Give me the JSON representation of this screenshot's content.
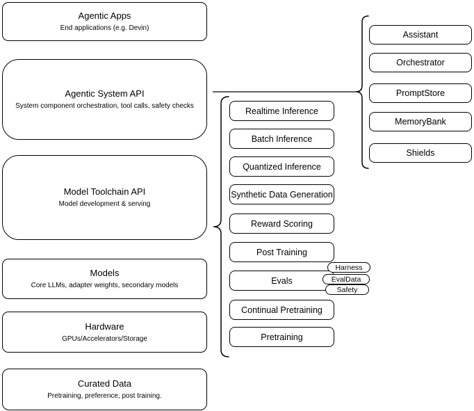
{
  "diagram": {
    "left_column": [
      {
        "title": "Agentic Apps",
        "subtitle": "End applications (e.g. Devin)"
      },
      {
        "title": "Agentic System API",
        "subtitle": "System component orchestration, tool calls, safety checks"
      },
      {
        "title": "Model Toolchain API",
        "subtitle": "Model development & serving"
      },
      {
        "title": "Models",
        "subtitle": "Core LLMs, adapter weights, secondary models"
      },
      {
        "title": "Hardware",
        "subtitle": "GPUs/Accelerators/Storage"
      },
      {
        "title": "Curated Data",
        "subtitle": "Pretraining, preference, post training."
      }
    ],
    "toolchain_items": [
      "Realtime Inference",
      "Batch Inference",
      "Quantized Inference",
      "Synthetic Data Generation",
      "Reward Scoring",
      "Post Training",
      "Evals",
      "Continual Pretraining",
      "Pretraining"
    ],
    "eval_tags": [
      "Harness",
      "EvalData",
      "Safety"
    ],
    "system_components": [
      "Assistant",
      "Orchestrator",
      "PromptStore",
      "MemoryBank",
      "Shields"
    ],
    "colors": {
      "stroke": "#000000",
      "background": "#ffffff",
      "text": "#000000"
    }
  }
}
